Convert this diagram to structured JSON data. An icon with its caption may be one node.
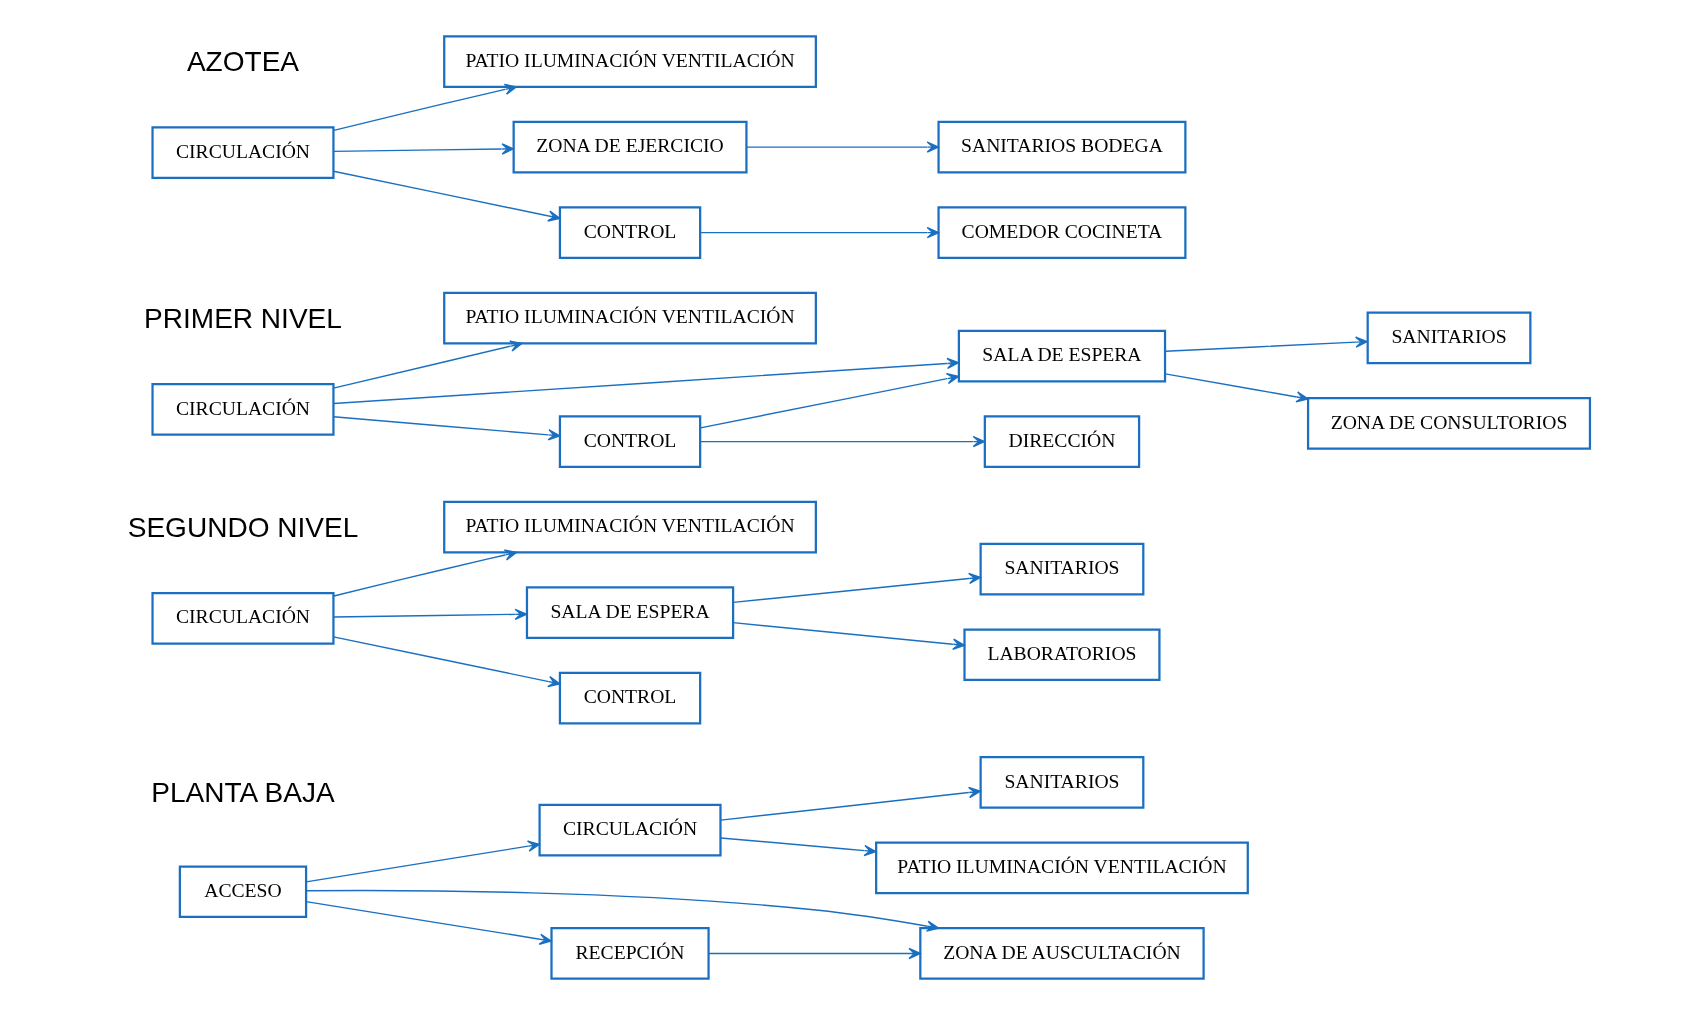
{
  "diagram": {
    "nodes": [
      {
        "text": [
          "ACCESO"
        ]
      },
      {
        "text": [
          "RECEPCIÓN"
        ]
      },
      {
        "text": [
          "ZONA DE AUSCULTACIÓN"
        ]
      },
      {
        "text": [
          "CIRCULACIÓN"
        ]
      },
      {
        "text": [
          "PATIO ILUMINACIÓN VENTILACIÓN"
        ]
      },
      {
        "text": [
          "SANITARIOS"
        ]
      },
      {
        "text": [
          "CIRCULACIÓN"
        ]
      },
      {
        "text": [
          "CONTROL"
        ]
      },
      {
        "text": [
          "SALA DE ESPERA"
        ]
      },
      {
        "text": [
          "LABORATORIOS"
        ]
      },
      {
        "text": [
          "PATIO ILUMINACIÓN VENTILACIÓN"
        ]
      },
      {
        "text": [
          "SANITARIOS"
        ]
      },
      {
        "text": [
          "CIRCULACIÓN"
        ]
      },
      {
        "text": [
          "CONTROL"
        ]
      },
      {
        "text": [
          "DIRECCIÓN"
        ]
      },
      {
        "text": [
          "SALA DE ESPERA"
        ]
      },
      {
        "text": [
          "ZONA DE CONSULTORIOS"
        ]
      },
      {
        "text": [
          "PATIO ILUMINACIÓN VENTILACIÓN"
        ]
      },
      {
        "text": [
          "SANITARIOS"
        ]
      },
      {
        "text": [
          "CIRCULACIÓN"
        ]
      },
      {
        "text": [
          "CONTROL"
        ]
      },
      {
        "text": [
          "COMEDOR COCINETA"
        ]
      },
      {
        "text": [
          "ZONA DE EJERCICIO"
        ]
      },
      {
        "text": [
          "PATIO ILUMINACIÓN VENTILACIÓN"
        ]
      },
      {
        "text": [
          "SANITARIOS BODEGA"
        ]
      }
    ],
    "edges": [
      {
        "from": 0,
        "to": 1,
        "arrow": "to"
      },
      {
        "from": 0,
        "to": 3,
        "arrow": "to"
      },
      {
        "from": 0,
        "to": 2,
        "arrow": "to"
      },
      {
        "from": 1,
        "to": 2,
        "arrow": "to"
      },
      {
        "from": 3,
        "to": 4,
        "arrow": "to"
      },
      {
        "from": 3,
        "to": 5,
        "arrow": "to"
      },
      {
        "from": 6,
        "to": 7,
        "arrow": "to"
      },
      {
        "from": 6,
        "to": 8,
        "arrow": "to"
      },
      {
        "from": 6,
        "to": 10,
        "arrow": "to"
      },
      {
        "from": 8,
        "to": 9,
        "arrow": "to"
      },
      {
        "from": 8,
        "to": 11,
        "arrow": "to"
      },
      {
        "from": 12,
        "to": 13,
        "arrow": "to"
      },
      {
        "from": 13,
        "to": 14,
        "arrow": "to"
      },
      {
        "from": 13,
        "to": 15,
        "arrow": "to"
      },
      {
        "from": 12,
        "to": 15,
        "arrow": "to"
      },
      {
        "from": 12,
        "to": 17,
        "arrow": "to"
      },
      {
        "from": 15,
        "to": 16,
        "arrow": "to"
      },
      {
        "from": 15,
        "to": 18,
        "arrow": "to"
      },
      {
        "from": 19,
        "to": 20,
        "arrow": "to"
      },
      {
        "from": 20,
        "to": 21,
        "arrow": "to"
      },
      {
        "from": 19,
        "to": 22,
        "arrow": "to"
      },
      {
        "from": 19,
        "to": 23,
        "arrow": "to"
      },
      {
        "from": 22,
        "to": 24,
        "arrow": "to"
      }
    ],
    "labels": [
      "PLANTA BAJA",
      "SEGUNDO NIVEL",
      "PRIMER NIVEL",
      "AZOTEA"
    ]
  }
}
